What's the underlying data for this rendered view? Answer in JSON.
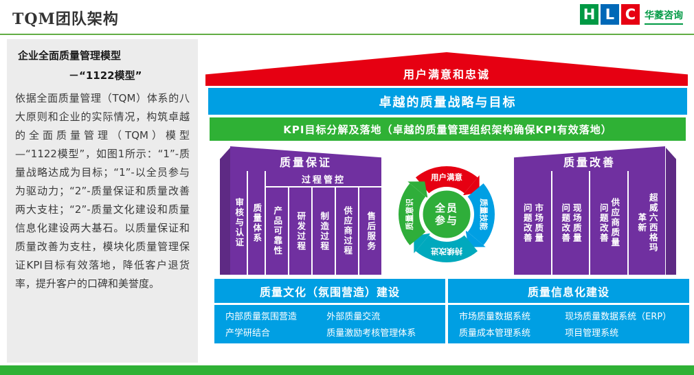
{
  "header": {
    "title": "TQM团队架构",
    "logo": {
      "letters": [
        "H",
        "L",
        "C"
      ],
      "letter_colors": [
        "#009944",
        "#0068b7",
        "#e60012"
      ],
      "name": "华菱咨询"
    }
  },
  "sidebar": {
    "heading": "企业全面质量管理模型",
    "subheading": "－“1122模型”",
    "body": "依据全面质量管理（TQM）体系的八大原则和企业的实际情况，构筑卓越的全面质量管理（TQM）模型—“1122模型”，如图1所示：“1”-质量战略达成为目标；“1”-以全员参与为驱动力；“2”-质量保证和质量改善两大支柱；“2”-质量文化建设和质量信息化建设两大基石。以质量保证和质量改善为支柱，模块化质量管理保证KPI目标有效落地，降低客户退货率，提升客户的口碑和美誉度。"
  },
  "diagram": {
    "roof": "用户满意和忠诚",
    "strategy_bar": "卓越的质量战略与目标",
    "kpi_bar": "KPI目标分解及落地（卓越的质量管理组织架构确保KPI有效落地）",
    "left_pillar": {
      "title": "质量保证",
      "col1": "审核与认证",
      "col2": "质量体系",
      "group_title": "过程管控",
      "group_cells": [
        "产品可靠性",
        "研发过程",
        "制造过程",
        "供应商过程",
        "售后服务"
      ]
    },
    "right_pillar": {
      "title": "质量改善",
      "cells": [
        {
          "a": "问题改善",
          "b": "市场质量"
        },
        {
          "a": "问题改善",
          "b": "现场质量"
        },
        {
          "a": "问题改善",
          "b": "供应商质量"
        },
        {
          "a": "革新",
          "b": "超威六西格玛"
        }
      ]
    },
    "circle": {
      "center_line1": "全员",
      "center_line2": "参与",
      "center_color": "#2fae3a",
      "segments": [
        {
          "label": "用户满意",
          "color": "#e60012"
        },
        {
          "label": "质量技能",
          "color": "#009fe3"
        },
        {
          "label": "持续改进",
          "color": "#00a9bd"
        },
        {
          "label": "质量意识",
          "color": "#2fae3a"
        }
      ]
    },
    "foundations": [
      {
        "title": "质量文化（氛围营造）建设",
        "items_col1": [
          "内部质量氛围营造",
          "产学研结合"
        ],
        "items_col2": [
          "外部质量交流",
          "质量激励考核管理体系"
        ]
      },
      {
        "title": "质量信息化建设",
        "items_col1": [
          "市场质量数据系统",
          "质量成本管理系统"
        ],
        "items_col2": [
          "现场质量数据系统（ERP）",
          "项目管理系统"
        ]
      }
    ]
  },
  "colors": {
    "red": "#e60012",
    "blue": "#009fe3",
    "green": "#2fb135",
    "purple": "#7030a0",
    "header_line_green": "#62ad44",
    "panel_gray": "#ececec"
  }
}
